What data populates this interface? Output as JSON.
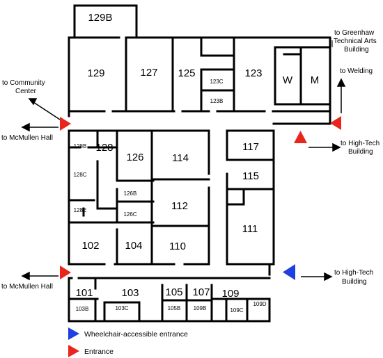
{
  "rooms_large": [
    {
      "id": "129B",
      "label": "129B"
    },
    {
      "id": "129",
      "label": "129"
    },
    {
      "id": "127",
      "label": "127"
    },
    {
      "id": "125",
      "label": "125"
    },
    {
      "id": "123",
      "label": "123"
    },
    {
      "id": "w",
      "label": "W"
    },
    {
      "id": "m",
      "label": "M"
    },
    {
      "id": "128",
      "label": "128"
    },
    {
      "id": "126",
      "label": "126"
    },
    {
      "id": "114",
      "label": "114"
    },
    {
      "id": "117",
      "label": "117"
    },
    {
      "id": "115",
      "label": "115"
    },
    {
      "id": "112",
      "label": "112"
    },
    {
      "id": "111",
      "label": "111"
    },
    {
      "id": "102",
      "label": "102"
    },
    {
      "id": "104",
      "label": "104"
    },
    {
      "id": "110",
      "label": "110"
    },
    {
      "id": "101",
      "label": "101"
    },
    {
      "id": "103",
      "label": "103"
    },
    {
      "id": "105",
      "label": "105"
    },
    {
      "id": "107",
      "label": "107"
    },
    {
      "id": "109",
      "label": "109"
    }
  ],
  "rooms_small": [
    {
      "id": "123C",
      "label": "123C"
    },
    {
      "id": "123B",
      "label": "123B"
    },
    {
      "id": "128B",
      "label": "128B"
    },
    {
      "id": "128C",
      "label": "128C"
    },
    {
      "id": "128E",
      "label": "128E"
    },
    {
      "id": "126B",
      "label": "126B"
    },
    {
      "id": "126C",
      "label": "126C"
    },
    {
      "id": "103B",
      "label": "103B"
    },
    {
      "id": "103C",
      "label": "103C"
    },
    {
      "id": "105B",
      "label": "105B"
    },
    {
      "id": "109B",
      "label": "109B"
    },
    {
      "id": "109C",
      "label": "109C"
    },
    {
      "id": "109D",
      "label": "109D"
    }
  ],
  "directions": {
    "community_center": [
      "to Community",
      "Center"
    ],
    "mcmullen_hall_upper": "to McMullen Hall",
    "mcmullen_hall_lower": "to McMullen Hall",
    "greenhaw": [
      "to Greenhaw",
      "Technical Arts",
      "Building"
    ],
    "welding": "to Welding",
    "high_tech_upper": [
      "to High-Tech",
      "Building"
    ],
    "high_tech_lower": [
      "to High-Tech",
      "Building"
    ]
  },
  "legend": {
    "wheelchair": "Wheelchair-accessible entrance",
    "entrance": "Entrance"
  },
  "colors": {
    "wall": "#000000",
    "entrance": "#e8261c",
    "wheelchair": "#1f3fe0"
  }
}
